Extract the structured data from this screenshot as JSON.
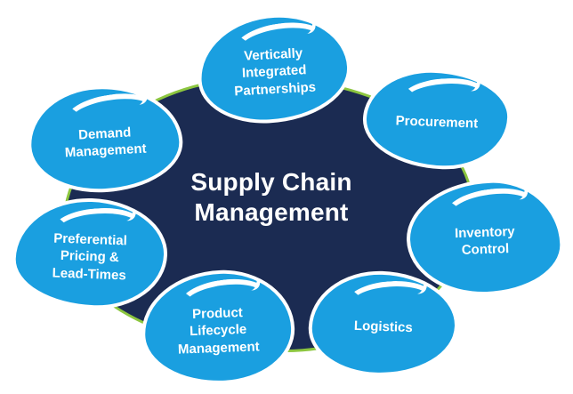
{
  "diagram": {
    "title": "Supply Chain Management",
    "type": "hub-and-spoke",
    "colors": {
      "background": "#FFFFFF",
      "center_fill": "#1B2B52",
      "center_border": "#8CC63F",
      "node_fill": "#1A9FE0",
      "node_border": "#FFFFFF",
      "text": "#FFFFFF"
    },
    "center": {
      "label": "Supply Chain\nManagement"
    },
    "nodes": [
      {
        "id": "vertically-integrated-partnerships",
        "label": "Vertically\nIntegrated\nPartnerships",
        "position": "top"
      },
      {
        "id": "procurement",
        "label": "Procurement",
        "position": "top-right"
      },
      {
        "id": "inventory-control",
        "label": "Inventory\nControl",
        "position": "right"
      },
      {
        "id": "logistics",
        "label": "Logistics",
        "position": "bottom-right"
      },
      {
        "id": "product-lifecycle-management",
        "label": "Product\nLifecycle\nManagement",
        "position": "bottom"
      },
      {
        "id": "preferential-pricing-lead-times",
        "label": "Preferential\nPricing &\nLead-Times",
        "position": "left"
      },
      {
        "id": "demand-management",
        "label": "Demand\nManagement",
        "position": "top-left"
      }
    ]
  }
}
